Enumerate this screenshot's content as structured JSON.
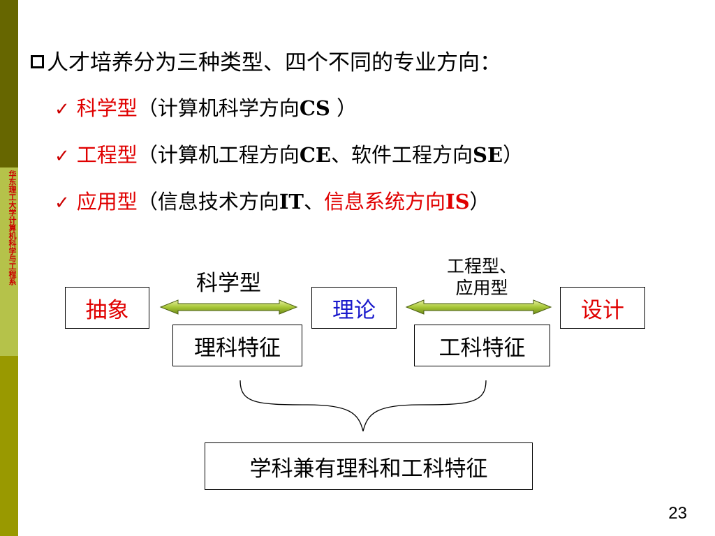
{
  "sidebar": {
    "text": "华东理工大学计算机科学与工程系"
  },
  "heading": {
    "text": "人才培养分为三种类型、四个不同的专业方向："
  },
  "items": [
    {
      "check": "✓",
      "type": "科学型",
      "pre": "（计算机科学方向",
      "code": "CS",
      "post": " ）"
    },
    {
      "check": "✓",
      "type": "工程型",
      "pre": "（计算机工程方向",
      "code1": "CE",
      "mid": "、软件工程方向",
      "code2": "SE",
      "post": "）"
    },
    {
      "check": "✓",
      "type": "应用型",
      "pre": "（信息技术方向",
      "code1": "IT",
      "sep": "、",
      "red_text": "信息系统方向",
      "code2": "IS",
      "post": "）"
    }
  ],
  "diagram": {
    "abstract": "抽象",
    "theory": "理论",
    "design": "设计",
    "left_arrow_label": "科学型",
    "right_arrow_label_1": "工程型、",
    "right_arrow_label_2": "应用型",
    "science_feature": "理科特征",
    "engineering_feature": "工科特征",
    "summary": "学科兼有理科和工科特征"
  },
  "page_number": "23"
}
